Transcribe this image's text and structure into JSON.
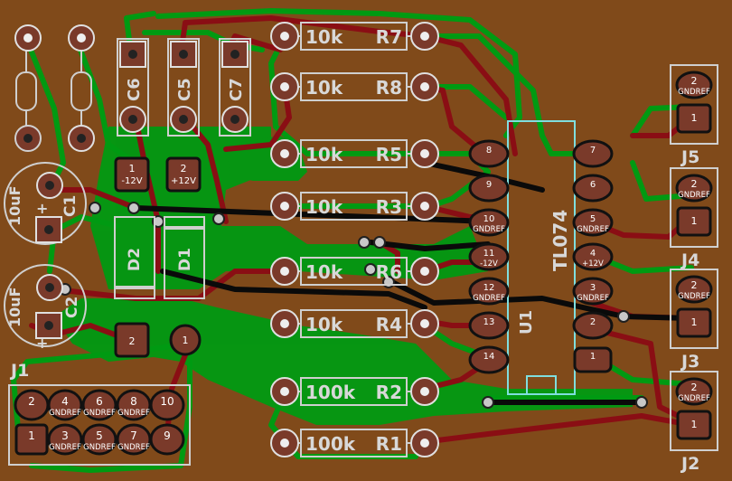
{
  "colors": {
    "board": "#804a1a",
    "copper_back": "#009a12",
    "copper_front": "#8a0e14",
    "pad": "#7a3a2a",
    "pad_ring": "#d8d8d8",
    "silk": "#9ad0d0",
    "via": "#c8c8c8",
    "ref_text": "#d8d8d8",
    "pin_text": "#101010"
  },
  "resistors": [
    {
      "ref": "R7",
      "value": "10k"
    },
    {
      "ref": "R8",
      "value": "10k"
    },
    {
      "ref": "R5",
      "value": "10k"
    },
    {
      "ref": "R3",
      "value": "10k"
    },
    {
      "ref": "R6",
      "value": "10k"
    },
    {
      "ref": "R4",
      "value": "10k"
    },
    {
      "ref": "R2",
      "value": "100k"
    },
    {
      "ref": "R1",
      "value": "100k"
    }
  ],
  "capacitors": [
    {
      "ref": "C6"
    },
    {
      "ref": "C5"
    },
    {
      "ref": "C7"
    }
  ],
  "electrolytics": [
    {
      "ref": "C1",
      "value": "10uF"
    },
    {
      "ref": "C2",
      "value": "10uF"
    }
  ],
  "diodes": [
    {
      "ref": "D2"
    },
    {
      "ref": "D1"
    }
  ],
  "power_pads": [
    {
      "num": "1",
      "net": "-12V"
    },
    {
      "num": "2",
      "net": "+12V"
    }
  ],
  "chip": {
    "ref": "U1",
    "value": "TL074",
    "left_pins": [
      {
        "num": "8",
        "net": ""
      },
      {
        "num": "9",
        "net": ""
      },
      {
        "num": "10",
        "net": "GNDREF"
      },
      {
        "num": "11",
        "net": "-12V"
      },
      {
        "num": "12",
        "net": "GNDREF"
      },
      {
        "num": "13",
        "net": ""
      },
      {
        "num": "14",
        "net": ""
      }
    ],
    "right_pins": [
      {
        "num": "7",
        "net": ""
      },
      {
        "num": "6",
        "net": ""
      },
      {
        "num": "5",
        "net": "GNDREF"
      },
      {
        "num": "4",
        "net": "+12V"
      },
      {
        "num": "3",
        "net": "GNDREF"
      },
      {
        "num": "2",
        "net": ""
      },
      {
        "num": "1",
        "net": ""
      }
    ]
  },
  "jacks": [
    {
      "ref": "J5",
      "p2": "GNDREF",
      "p1": ""
    },
    {
      "ref": "J4",
      "p2": "GNDREF",
      "p1": ""
    },
    {
      "ref": "J3",
      "p2": "GNDREF",
      "p1": ""
    },
    {
      "ref": "J2",
      "p2": "GNDREF",
      "p1": ""
    }
  ],
  "header": {
    "ref": "J1",
    "top_pins": [
      {
        "num": "2",
        "net": ""
      },
      {
        "num": "4",
        "net": "GNDREF"
      },
      {
        "num": "6",
        "net": "GNDREF"
      },
      {
        "num": "8",
        "net": "GNDREF"
      },
      {
        "num": "10",
        "net": ""
      }
    ],
    "bottom_pins": [
      {
        "num": "1",
        "net": ""
      },
      {
        "num": "3",
        "net": "GNDREF"
      },
      {
        "num": "5",
        "net": "GNDREF"
      },
      {
        "num": "7",
        "net": "GNDREF"
      },
      {
        "num": "9",
        "net": ""
      }
    ]
  },
  "misc_pads": [
    {
      "num": "2"
    },
    {
      "num": "1"
    }
  ]
}
